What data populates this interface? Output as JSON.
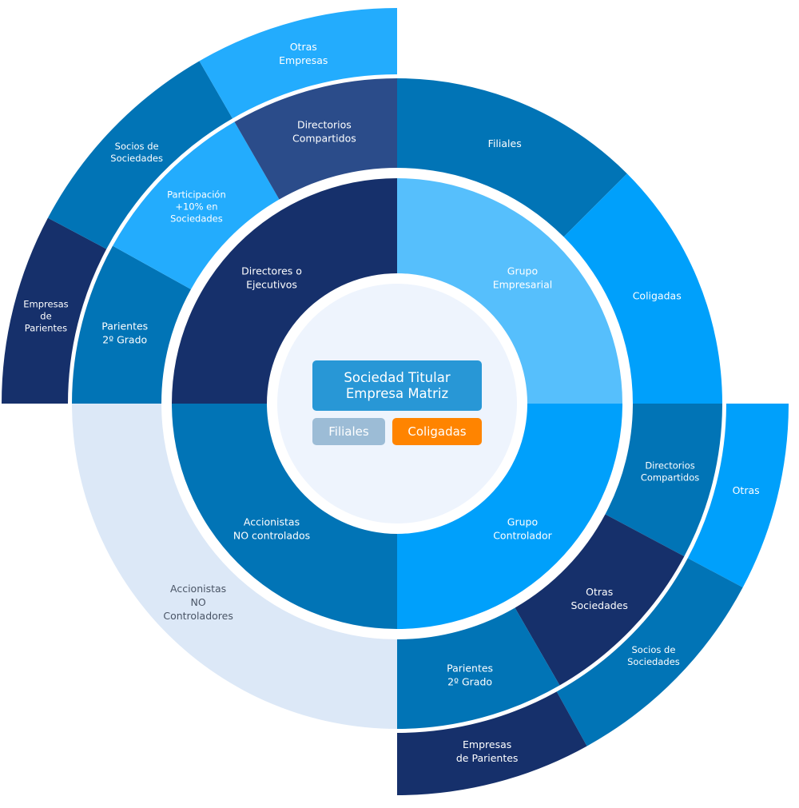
{
  "center": {
    "title_line1": "Sociedad Titular",
    "title_line2": "Empresa Matriz",
    "legend": [
      {
        "label": "Filiales",
        "color": "#9cbcd6"
      },
      {
        "label": "Coligadas",
        "color": "#ff8400"
      }
    ],
    "title_color": "#2897d6",
    "background": "#eef4fd"
  },
  "rings": {
    "inner": [
      {
        "lines": [
          "Grupo",
          "Empresarial"
        ],
        "color": "#56bffc",
        "from_deg": 0,
        "to_deg": 90
      },
      {
        "lines": [
          "Grupo",
          "Controlador"
        ],
        "color": "#00a0fb",
        "from_deg": 90,
        "to_deg": 180
      },
      {
        "lines": [
          "Accionistas",
          "NO controlados"
        ],
        "color": "#0174b6",
        "from_deg": 180,
        "to_deg": 270
      },
      {
        "lines": [
          "Directores o",
          "Ejecutivos"
        ],
        "color": "#16306b",
        "from_deg": 270,
        "to_deg": 360
      }
    ],
    "middle": [
      {
        "lines": [
          "Filiales"
        ],
        "color": "#0174b6",
        "from_deg": 0,
        "to_deg": 45
      },
      {
        "lines": [
          "Coligadas"
        ],
        "color": "#00a0fb",
        "from_deg": 45,
        "to_deg": 90
      },
      {
        "lines": [
          "Directorios",
          "Compartidos"
        ],
        "color": "#0174b6",
        "from_deg": 90,
        "to_deg": 118,
        "small": true
      },
      {
        "lines": [
          "Otras",
          "Sociedades"
        ],
        "color": "#16306b",
        "from_deg": 118,
        "to_deg": 150
      },
      {
        "lines": [
          "Parientes",
          "2º Grado"
        ],
        "color": "#0174b6",
        "from_deg": 150,
        "to_deg": 180
      },
      {
        "lines": [
          "Accionistas",
          "NO",
          "Controladores"
        ],
        "color": "#dce8f7",
        "from_deg": 180,
        "to_deg": 270,
        "dark": true
      },
      {
        "lines": [
          "Parientes",
          "2º Grado"
        ],
        "color": "#0174b6",
        "from_deg": 270,
        "to_deg": 299
      },
      {
        "lines": [
          "Participación",
          "+10% en",
          "Sociedades"
        ],
        "color": "#23acfd",
        "from_deg": 299,
        "to_deg": 330,
        "small": true
      },
      {
        "lines": [
          "Directorios",
          "Compartidos"
        ],
        "color": "#2b4c8a",
        "from_deg": 330,
        "to_deg": 360
      }
    ],
    "outer_top_left": [
      {
        "lines": [
          "Empresas",
          "de",
          "Parientes"
        ],
        "color": "#16306b",
        "from_deg": 270,
        "to_deg": 298,
        "small": true
      },
      {
        "lines": [
          "Socios de",
          "Sociedades"
        ],
        "color": "#0174b6",
        "from_deg": 298,
        "to_deg": 330,
        "small": true
      },
      {
        "lines": [
          "Otras",
          "Empresas"
        ],
        "color": "#23acfd",
        "from_deg": 330,
        "to_deg": 360
      }
    ],
    "outer_bottom_right": [
      {
        "lines": [
          "Otras"
        ],
        "color": "#00a0fb",
        "from_deg": 90,
        "to_deg": 118
      },
      {
        "lines": [
          "Socios de",
          "Sociedades"
        ],
        "color": "#0174b6",
        "from_deg": 118,
        "to_deg": 151,
        "small": true
      },
      {
        "lines": [
          "Empresas",
          "de Parientes"
        ],
        "color": "#16306b",
        "from_deg": 151,
        "to_deg": 180
      }
    ]
  }
}
